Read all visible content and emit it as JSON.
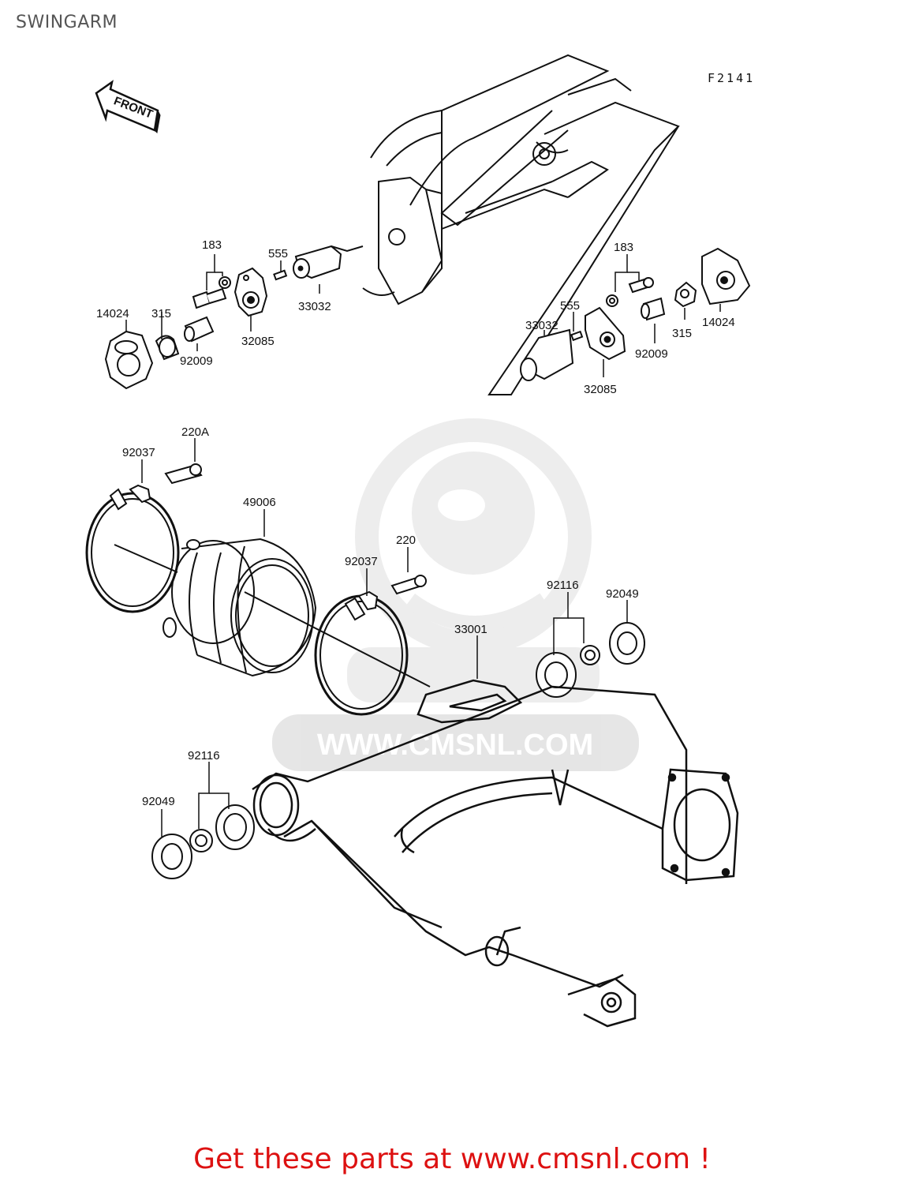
{
  "page": {
    "title": "SWINGARM",
    "figure_code": "F2141",
    "footer_cta": "Get these parts at www.cmsnl.com !"
  },
  "front_arrow": {
    "label": "FRONT",
    "icon": "front-direction-arrow-icon"
  },
  "watermark": {
    "text": "WWW.CMSNL.COM",
    "logo": "cmsnl-watermark-logo"
  },
  "labels": {
    "l183_left": "183",
    "l555_left": "555",
    "l33032_left": "33032",
    "l14024_left": "14024",
    "l315_left": "315",
    "l92009_left": "92009",
    "l32085_left": "32085",
    "l183_right": "183",
    "l555_right": "555",
    "l33032_right": "33032",
    "l14024_right": "14024",
    "l315_right": "315",
    "l92009_right": "92009",
    "l32085_right": "32085",
    "l220A": "220A",
    "l92037_top": "92037",
    "l49006": "49006",
    "l220": "220",
    "l92037_mid": "92037",
    "l92116_right": "92116",
    "l92049_right": "92049",
    "l33001": "33001",
    "l92116_left": "92116",
    "l92049_left": "92049"
  }
}
